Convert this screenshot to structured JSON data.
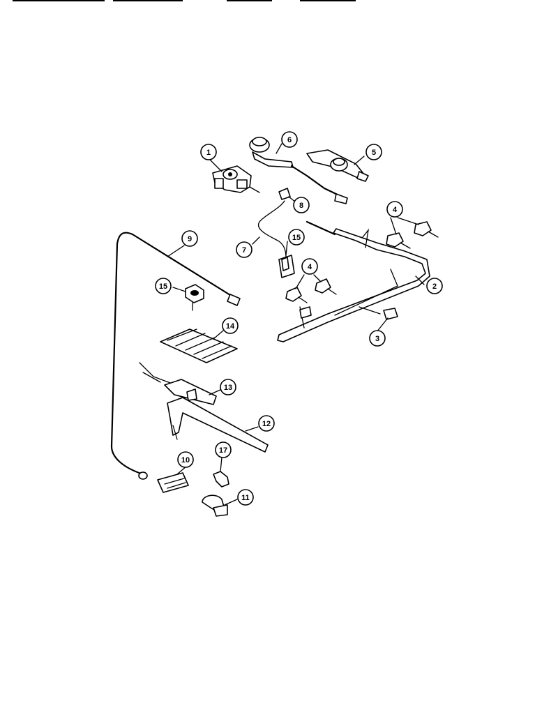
{
  "callouts": [
    {
      "id": "1",
      "text": "1"
    },
    {
      "id": "2",
      "text": "2"
    },
    {
      "id": "3",
      "text": "3"
    },
    {
      "id": "4a",
      "text": "4"
    },
    {
      "id": "4b",
      "text": "4"
    },
    {
      "id": "5",
      "text": "5"
    },
    {
      "id": "6",
      "text": "6"
    },
    {
      "id": "7",
      "text": "7"
    },
    {
      "id": "8",
      "text": "8"
    },
    {
      "id": "9",
      "text": "9"
    },
    {
      "id": "10",
      "text": "10"
    },
    {
      "id": "11",
      "text": "11"
    },
    {
      "id": "12",
      "text": "12"
    },
    {
      "id": "13",
      "text": "13"
    },
    {
      "id": "14",
      "text": "14"
    },
    {
      "id": "15a",
      "text": "15"
    },
    {
      "id": "15b",
      "text": "15"
    },
    {
      "id": "17",
      "text": "17"
    }
  ]
}
